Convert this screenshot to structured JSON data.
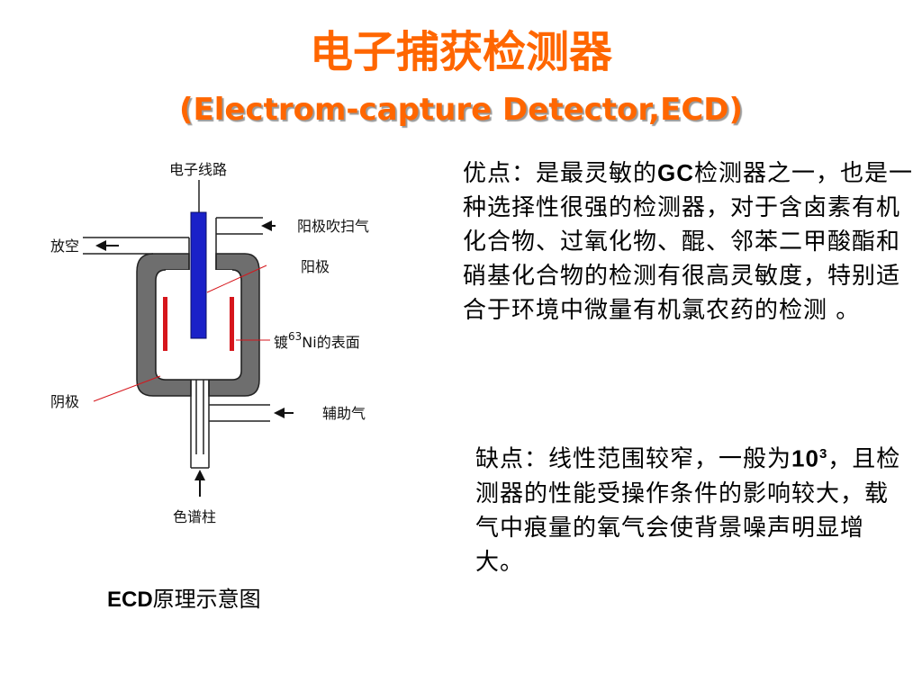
{
  "title": {
    "cn": "电子捕获检测器",
    "en": "(Electrom-capture Detector,ECD)"
  },
  "diagram": {
    "labels": {
      "electron_circuit": "电子线路",
      "vent": "放空",
      "anode_purge": "阳极吹扫气",
      "anode": "阳极",
      "plated_surface_prefix": "镀",
      "plated_surface_sup": "63",
      "plated_surface_suffix": "Ni的表面",
      "cathode": "阴极",
      "makeup_gas": "辅助气",
      "column": "色谱柱"
    },
    "caption_en": "ECD",
    "caption_cn": "原理示意图",
    "colors": {
      "body": "#6e6e6e",
      "anode": "#1a21c8",
      "foil": "#d6161c",
      "accent": "#ff6600"
    }
  },
  "advantages": {
    "prefix": "优点：是最灵敏的",
    "gc": "GC",
    "rest": "检测器之一，也是一种选择性很强的检测器，对于含卤素有机化合物、过氧化物、醌、邻苯二甲酸酯和硝基化合物的检测有很高灵敏度，特别适合于环境中微量有机氯农药的检测 。"
  },
  "disadvantages": {
    "prefix": "缺点：线性范围较窄，一般为",
    "number": "10",
    "exponent": "3",
    "rest": "，且检测器的性能受操作条件的影响较大，载气中痕量的氧气会使背景噪声明显增大。"
  }
}
